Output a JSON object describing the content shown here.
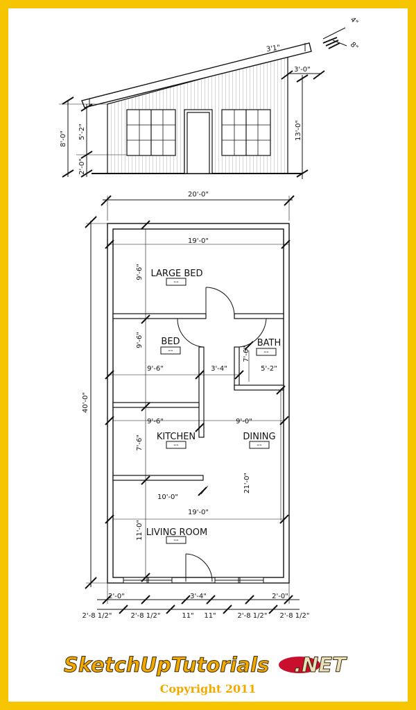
{
  "elevation": {
    "dims": {
      "roof_pitch": "3'1\"",
      "overhang_a": "4\"",
      "overhang_b": "8\"",
      "eave": "3'-0\"",
      "right_height": "13'-0\"",
      "left_height": "8'-0\"",
      "window_height": "5'-2\"",
      "sill_height": "2'-0\""
    }
  },
  "plan": {
    "overall_width": "20'-0\"",
    "overall_depth": "40'-0\"",
    "rooms": {
      "large_bed": {
        "label": "LARGE BED",
        "tag": "--"
      },
      "bed": {
        "label": "BED",
        "tag": "--"
      },
      "bath": {
        "label": "BATH",
        "tag": "--"
      },
      "kitchen": {
        "label": "KITCHEN",
        "tag": "--"
      },
      "dining": {
        "label": "DINING",
        "tag": "--"
      },
      "living": {
        "label": "LIVING ROOM",
        "tag": "--"
      }
    },
    "dims": {
      "large_bed_width": "19'-0\"",
      "large_bed_depth": "9'-6\"",
      "bed_depth": "9'-6\"",
      "bed_width": "9'-6\"",
      "hall": "3'-4\"",
      "bath_depth": "7'-6\"",
      "bath_width": "5'-2\"",
      "kitchen_width": "9'-6\"",
      "dining_width": "9'-0\"",
      "kitchen_depth": "7'-6\"",
      "dining_depth": "21'-0\"",
      "counter": "10'-0\"",
      "living_width": "19'-0\"",
      "living_depth": "11'-0\"",
      "bot_left": "2'-0\"",
      "bot_door": "3'-4\"",
      "bot_right": "2'-0\"",
      "bot_win_l1": "2'-8 1/2\"",
      "bot_win_l2": "2'-8 1/2\"",
      "bot_jamb_l": "11\"",
      "bot_jamb_r": "11\"",
      "bot_win_r1": "2'-8 1/2\"",
      "bot_win_r2": "2'-8 1/2\""
    }
  },
  "branding": {
    "logo_main": "SketchUpTutorials",
    "logo_suffix": ".NET",
    "copyright": "Copyright 2011"
  },
  "colors": {
    "frame": "#f7c400",
    "ink": "#111111",
    "logo": "#f2a900"
  }
}
